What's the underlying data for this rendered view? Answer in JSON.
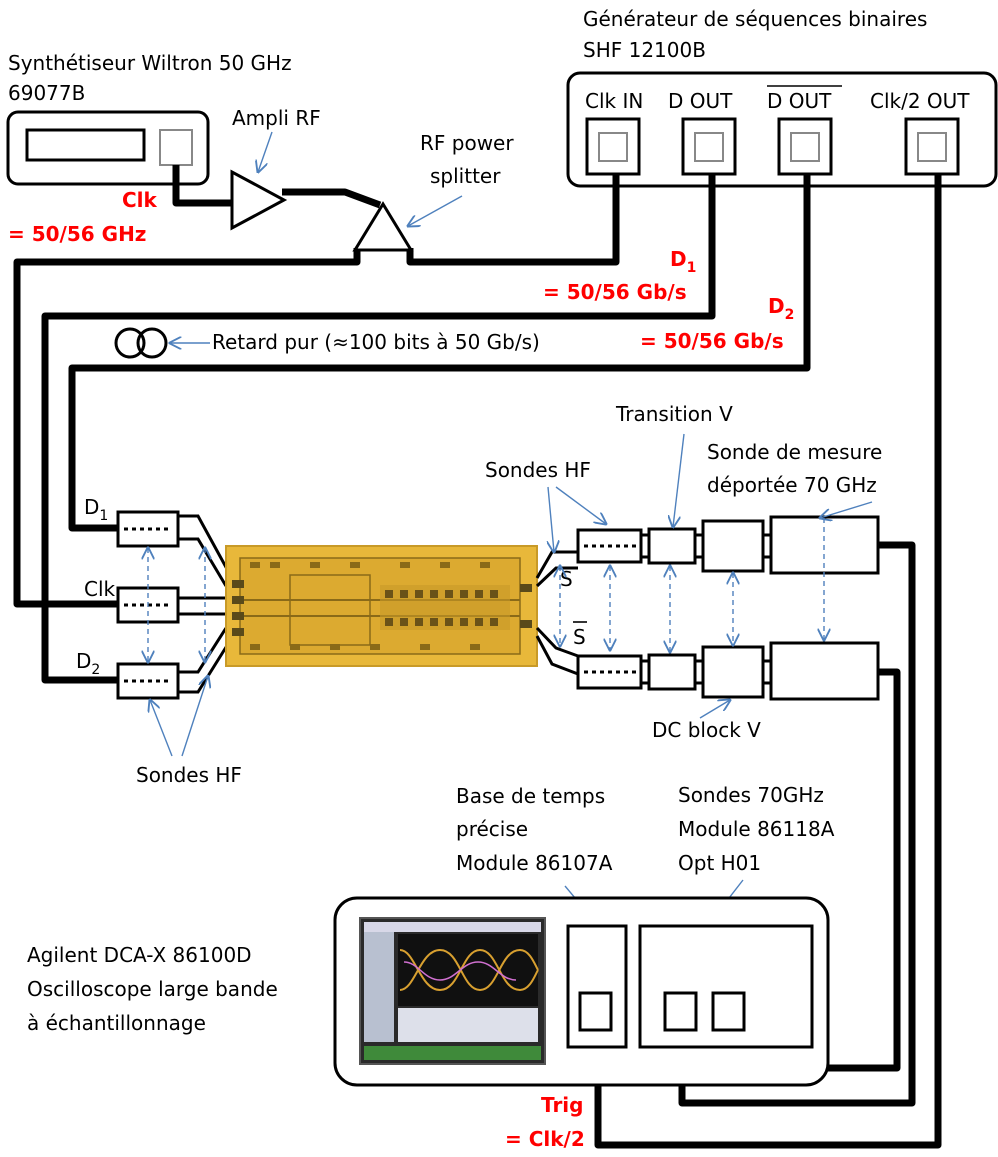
{
  "labels": {
    "synth_name": "Synthétiseur Wiltron 50 GHz",
    "synth_model": "69077B",
    "generator_name": "Générateur de séquences binaires",
    "generator_model": "SHF 12100B",
    "clk_in": "Clk IN",
    "d_out": "D OUT",
    "d_out_bar": "D OUT",
    "clk2_out": "Clk/2 OUT",
    "ampli_rf": "Ampli RF",
    "splitter_line1": "RF power",
    "splitter_line2": "splitter",
    "clk_freq_line1": "Clk",
    "clk_freq_line2": "= 50/56 GHz",
    "d1_rate_name": "D",
    "d1_rate_sub": "1",
    "d1_rate": "= 50/56 Gb/s",
    "d2_rate_name": "D",
    "d2_rate_sub": "2",
    "d2_rate": "= 50/56 Gb/s",
    "delay": "Retard  pur (≈100 bits à 50 Gb/s)",
    "in_d1": "D",
    "in_d1_sub": "1",
    "in_clk": "Clk",
    "in_d2": "D",
    "in_d2_sub": "2",
    "sondes_hf_bottom": "Sondes  HF",
    "sondes_hf_top": "Sondes  HF",
    "transition_v": "Transition V",
    "remote_probe_line1": "Sonde de mesure",
    "remote_probe_line2": "déportée 70 GHz",
    "out_s": "S",
    "out_s_bar": "S",
    "dc_block": "DC block V",
    "timebase_line1": "Base de temps",
    "timebase_line2": "précise",
    "timebase_line3": "Module 86107A",
    "sondes70_line1": "Sondes 70GHz",
    "sondes70_line2": "Module 86118A",
    "sondes70_line3": "Opt H01",
    "scope_line1": "Agilent DCA-X 86100D",
    "scope_line2": "Oscilloscope large bande",
    "scope_line3": "à échantillonnage",
    "trig_line1": "Trig",
    "trig_line2": "= Clk/2"
  },
  "colors": {
    "annotation_red": "#ff0000",
    "arrow_blue": "#4f81bd",
    "chip_gold": "#e8b83a",
    "scope_screen_green": "#3f8a3a"
  }
}
